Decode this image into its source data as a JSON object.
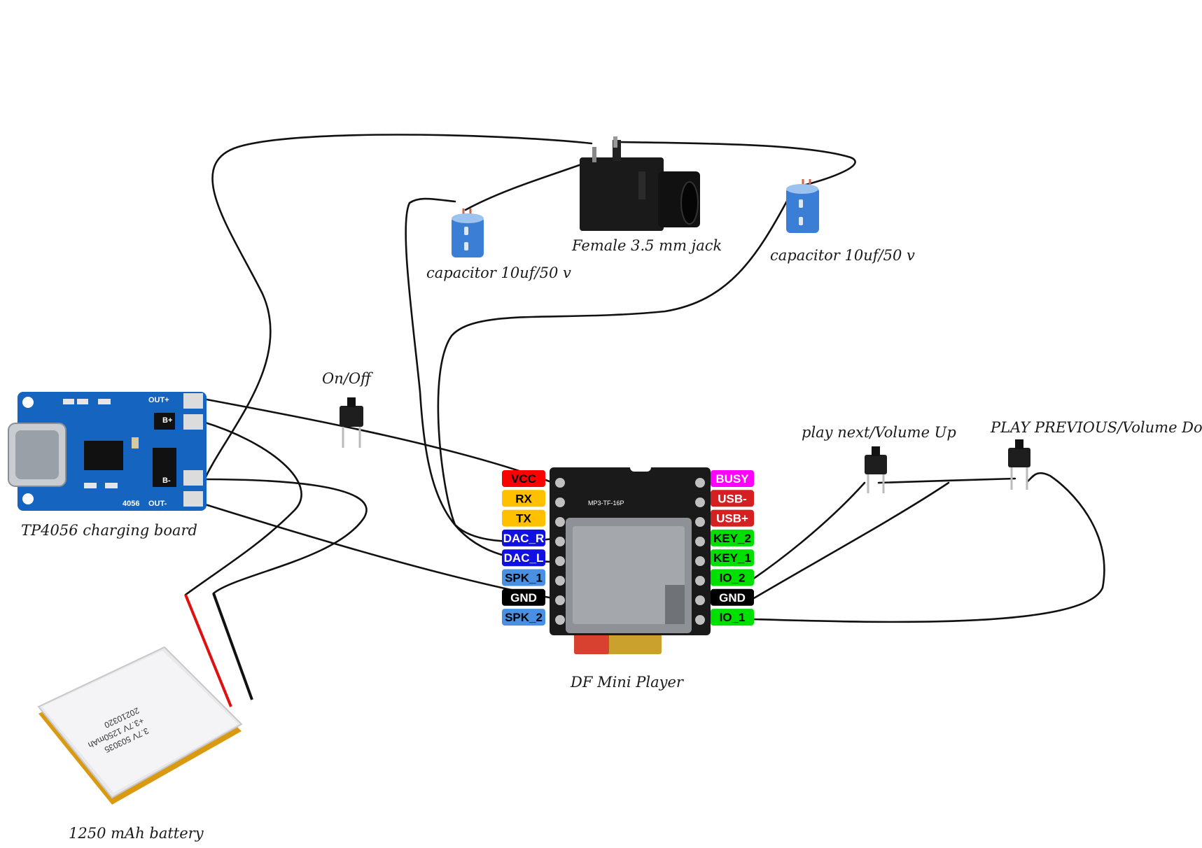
{
  "labels": {
    "jack": "Female 3.5 mm jack",
    "cap_left": "capacitor 10uf/50 v",
    "cap_right": "capacitor 10uf/50 v",
    "onoff": "On/Off",
    "charger": "TP4056 charging board",
    "battery": "1250 mAh battery",
    "player": "DF Mini Player",
    "next": "play next/Volume Up",
    "previous": "PLAY PREVIOUS/Volume Down"
  },
  "charger_pcb": {
    "out_plus": "OUT+",
    "b_plus": "B+",
    "b_minus": "B-",
    "out_minus": "OUT-",
    "model": "4056"
  },
  "player_pcb": {
    "silk": "MP3-TF-16P"
  },
  "battery_print": {
    "line1": "3.7V 503035",
    "line2": "+3.7V 1250mAh",
    "line3": "20210320"
  },
  "left_pins": [
    {
      "label": "VCC",
      "color": "#ff0000",
      "text_color": "dark"
    },
    {
      "label": "RX",
      "color": "#ffc000",
      "text_color": "dark"
    },
    {
      "label": "TX",
      "color": "#ffc000",
      "text_color": "dark"
    },
    {
      "label": "DAC_R",
      "color": "#1010e0",
      "text_color": "light"
    },
    {
      "label": "DAC_L",
      "color": "#1010e0",
      "text_color": "light"
    },
    {
      "label": "SPK_1",
      "color": "#4a90e2",
      "text_color": "dark"
    },
    {
      "label": "GND",
      "color": "#000000",
      "text_color": "light"
    },
    {
      "label": "SPK_2",
      "color": "#4a90e2",
      "text_color": "dark"
    }
  ],
  "right_pins": [
    {
      "label": "BUSY",
      "color": "#ff00ff",
      "text_color": "light"
    },
    {
      "label": "USB-",
      "color": "#d42020",
      "text_color": "light"
    },
    {
      "label": "USB+",
      "color": "#d42020",
      "text_color": "light"
    },
    {
      "label": "KEY_2",
      "color": "#00e000",
      "text_color": "dark"
    },
    {
      "label": "KEY_1",
      "color": "#00e000",
      "text_color": "dark"
    },
    {
      "label": "IO_2",
      "color": "#00e000",
      "text_color": "dark"
    },
    {
      "label": "GND",
      "color": "#000000",
      "text_color": "light"
    },
    {
      "label": "IO_1",
      "color": "#00e000",
      "text_color": "dark"
    }
  ],
  "colors": {
    "wire": "#111111",
    "pcb_blue": "#1565c0",
    "player_black": "#1a1a1a",
    "cap_blue": "#3a7fd5"
  }
}
